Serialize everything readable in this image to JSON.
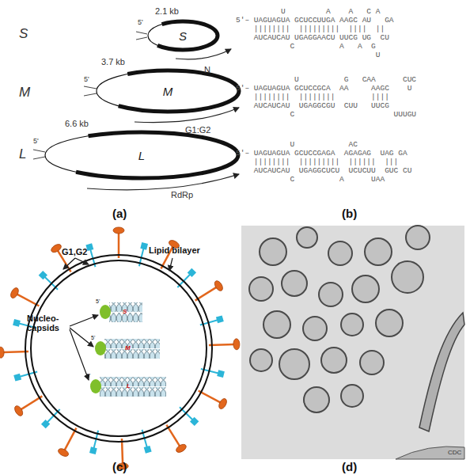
{
  "diagram": {
    "nodes": [
      {
        "text": [
          "S"
        ]
      },
      {
        "text": [
          "M"
        ]
      },
      {
        "text": [
          "L"
        ]
      }
    ],
    "labels": [
      "S",
      "M",
      "L",
      "2.1 kb",
      "3.7 kb",
      "6.6 kb",
      "5'",
      "5'",
      "5'",
      "N",
      "G1:G2",
      "RdRp",
      "(a)",
      "          U         A    A   C A",
      "5'– UAGUAGUA GCUCCUUGA AAGC AU   GA",
      "    ||||||||  |||||||||  ||||  ||",
      "    AUCAUCAU UGAGGAACU UUCG UG  CU",
      "            C          A   A  G",
      "                               U",
      "             U          G   CAA      CUC",
      "5'– UAGUAGUA GCUCCGCA  AA     AAGC    U",
      "    ||||||||  ||||||||        ||||",
      "    AUCAUCAU  UGAGGCGU  CUU   UUCG",
      "            C                      UUUGU",
      "            U            AC",
      "5'– UAGUAGUA GCUCCGAGA  AGAGAG  UAG GA",
      "    ||||||||  |||||||||  ||||||  |||",
      "    AUCAUCAU  UGAGGCUCU  UCUCUU  GUC CU",
      "            C          A      UAA",
      "(b)",
      "Lipid bilayer",
      "G1,G2",
      "Nucleo- capsids",
      "5'",
      "5'",
      "5'",
      "S",
      "M",
      "L",
      "(c)",
      "CDC",
      "(d)"
    ]
  }
}
